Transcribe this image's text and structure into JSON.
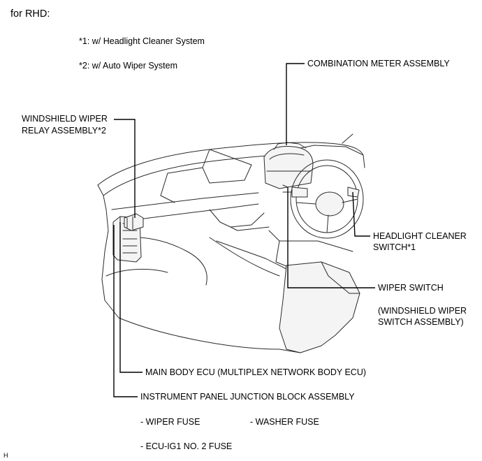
{
  "header": {
    "title": "for RHD:",
    "note1": "*1: w/ Headlight Cleaner System",
    "note2": "*2: w/ Auto Wiper System"
  },
  "callouts": {
    "combination_meter": "COMBINATION METER ASSEMBLY",
    "wiper_relay_line1": "WINDSHIELD WIPER",
    "wiper_relay_line2": "RELAY ASSEMBLY*2",
    "headlight_cleaner_line1": "HEADLIGHT CLEANER",
    "headlight_cleaner_line2": "SWITCH*1",
    "wiper_switch": "WIPER SWITCH",
    "wiper_switch_sub_line1": "(WINDSHIELD WIPER",
    "wiper_switch_sub_line2": "SWITCH ASSEMBLY)",
    "main_body_ecu": "MAIN BODY ECU (MULTIPLEX NETWORK BODY ECU)",
    "junction_block": "INSTRUMENT PANEL JUNCTION BLOCK ASSEMBLY"
  },
  "fuses": {
    "wiper": "- WIPER FUSE",
    "washer": "- WASHER FUSE",
    "ecu_ig1": "- ECU-IG1 NO. 2 FUSE"
  },
  "corner_mark": "H"
}
